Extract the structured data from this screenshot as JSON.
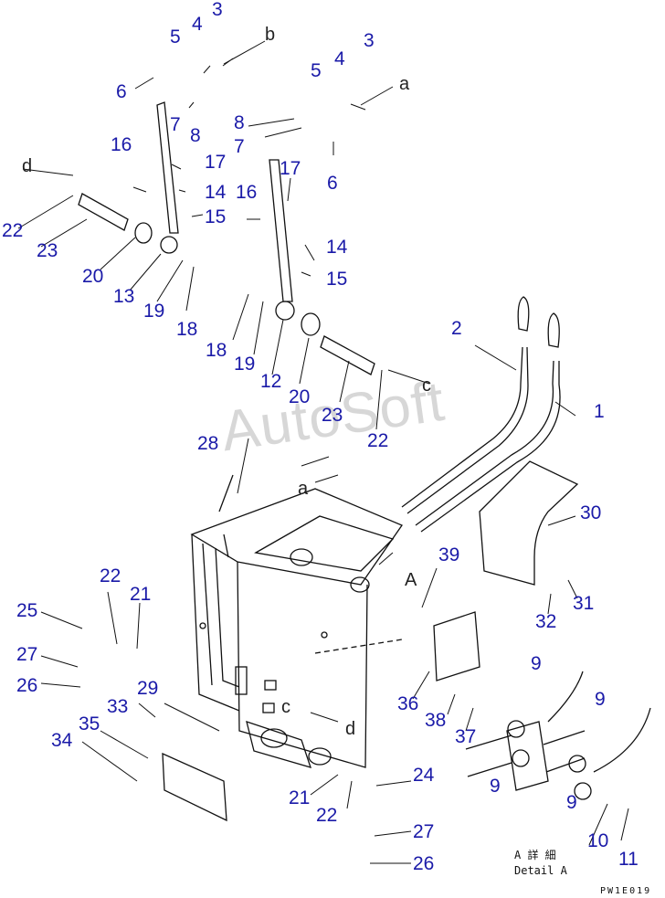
{
  "watermark": "AutoSoft",
  "drawing_code": "PW1E019",
  "detail": {
    "caption_jp": "A 詳 細",
    "caption_en": "Detail A"
  },
  "colors": {
    "callout": "#1a1aa8",
    "line": "#111111"
  },
  "callouts": [
    "3",
    "4",
    "5",
    "6",
    "7",
    "8",
    "3",
    "4",
    "5",
    "8",
    "7",
    "6",
    "16",
    "17",
    "14",
    "15",
    "17",
    "16",
    "14",
    "15",
    "22",
    "23",
    "20",
    "13",
    "19",
    "18",
    "18",
    "19",
    "12",
    "20",
    "23",
    "22",
    "2",
    "1",
    "28",
    "30",
    "39",
    "31",
    "32",
    "22",
    "21",
    "25",
    "27",
    "26",
    "29",
    "33",
    "35",
    "34",
    "36",
    "38",
    "37",
    "9",
    "9",
    "9",
    "9",
    "10",
    "11",
    "24",
    "21",
    "22",
    "27",
    "26"
  ],
  "ref_letters": [
    "b",
    "a",
    "d",
    "c",
    "a",
    "A",
    "c",
    "d"
  ]
}
